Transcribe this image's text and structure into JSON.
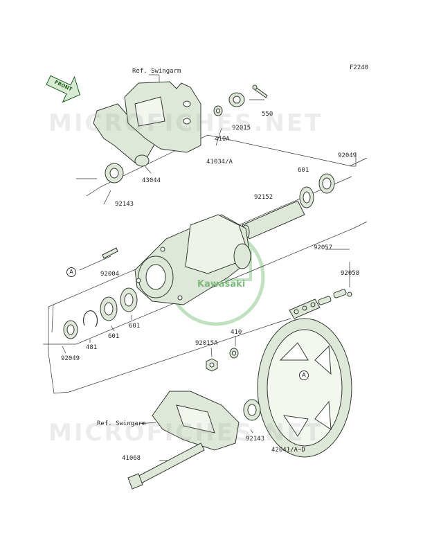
{
  "figure_code": "F2240",
  "front_label": "FRONT",
  "watermark": "MICROFICHES.NET",
  "logo_text": "Kawasaki",
  "ref_labels": [
    "Ref. Swingarm",
    "Ref. Swingarm"
  ],
  "callout_a": "A",
  "parts": {
    "p550": "550",
    "p92015": "92015",
    "p410A": "410A",
    "p43044": "43044",
    "p92143_top": "92143",
    "p41034A": "41034/A",
    "p92049_top": "92049",
    "p601_top": "601",
    "p92152": "92152",
    "p92004": "92004",
    "p92057": "92057",
    "p92058": "92058",
    "p601_mid": "601",
    "p601_low": "601",
    "p481": "481",
    "p92049_low": "92049",
    "p92015A": "92015A",
    "p410": "410",
    "p92143_low": "92143",
    "p42041": "42041/A~D",
    "p41068": "41068"
  },
  "colors": {
    "part_fill": "#dfe8d8",
    "part_stroke": "#2f3a2f",
    "logo_green": "#8dc98d"
  }
}
